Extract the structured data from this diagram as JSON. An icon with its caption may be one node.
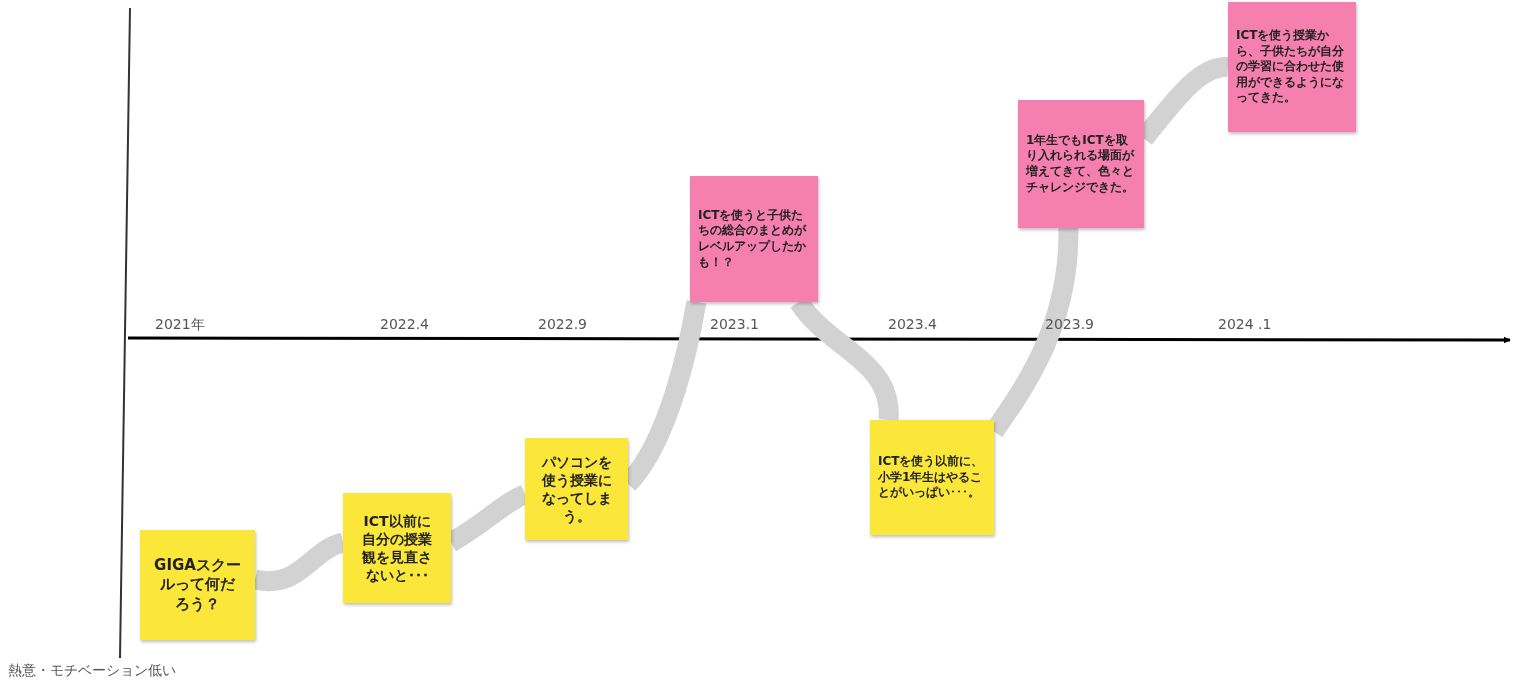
{
  "diagram": {
    "nodes": [
      {
        "text": [
          "GIGAスクールって何だろう？"
        ]
      },
      {
        "text": [
          "ICT以前に自分の授業観を見直さないと･･･"
        ]
      },
      {
        "text": [
          "パソコンを使う授業になってしまう。"
        ]
      },
      {
        "text": [
          "ICTを使うと子供たちの総合のまとめがレベルアップしたかも！？"
        ]
      },
      {
        "text": [
          "ICTを使う以前に、小学1年生はやることがいっぱい･･･。"
        ]
      },
      {
        "text": [
          "1年生でもICTを取り入れられる場面が増えてきて、色々とチャレンジできた。"
        ]
      },
      {
        "text": [
          "ICTを使う授業から、子供たちが自分の学習に合わせた使用ができるようになってきた。"
        ]
      }
    ],
    "edges": [
      {
        "from": 0,
        "to": 1,
        "arrow": "none"
      },
      {
        "from": 1,
        "to": 2,
        "arrow": "none"
      },
      {
        "from": 2,
        "to": 3,
        "arrow": "none"
      },
      {
        "from": 3,
        "to": 4,
        "arrow": "none"
      },
      {
        "from": 4,
        "to": 5,
        "arrow": "none"
      },
      {
        "from": 5,
        "to": 6,
        "arrow": "none"
      }
    ],
    "labels": [
      "2021年",
      "2022.4",
      "2022.9",
      "2023.1",
      "2023.4",
      "2023.9",
      "2024 .1",
      "熱意・モチベーション低い"
    ]
  }
}
